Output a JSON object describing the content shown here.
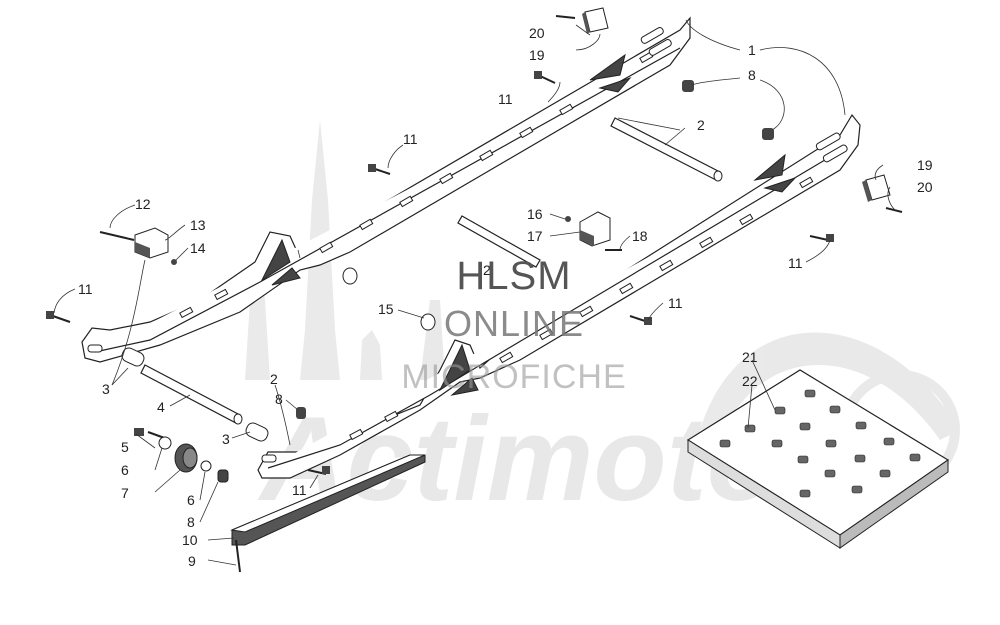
{
  "watermark": {
    "line1": "HLSM",
    "line2": "ONLINE",
    "line3": "MICROFICHE",
    "brand_text": "Actimoto"
  },
  "callouts": [
    {
      "id": "c1",
      "label": "1"
    },
    {
      "id": "c2a",
      "label": "2"
    },
    {
      "id": "c2b",
      "label": "2"
    },
    {
      "id": "c2c",
      "label": "2"
    },
    {
      "id": "c3a",
      "label": "3"
    },
    {
      "id": "c3b",
      "label": "3"
    },
    {
      "id": "c4",
      "label": "4"
    },
    {
      "id": "c5",
      "label": "5"
    },
    {
      "id": "c6a",
      "label": "6"
    },
    {
      "id": "c6b",
      "label": "6"
    },
    {
      "id": "c7",
      "label": "7"
    },
    {
      "id": "c8a",
      "label": "8"
    },
    {
      "id": "c8b",
      "label": "8"
    },
    {
      "id": "c8c",
      "label": "8"
    },
    {
      "id": "c9",
      "label": "9"
    },
    {
      "id": "c10",
      "label": "10"
    },
    {
      "id": "c11a",
      "label": "11"
    },
    {
      "id": "c11b",
      "label": "11"
    },
    {
      "id": "c11c",
      "label": "11"
    },
    {
      "id": "c11d",
      "label": "11"
    },
    {
      "id": "c11e",
      "label": "11"
    },
    {
      "id": "c11f",
      "label": "11"
    },
    {
      "id": "c12",
      "label": "12"
    },
    {
      "id": "c13",
      "label": "13"
    },
    {
      "id": "c14",
      "label": "14"
    },
    {
      "id": "c15",
      "label": "15"
    },
    {
      "id": "c16",
      "label": "16"
    },
    {
      "id": "c17",
      "label": "17"
    },
    {
      "id": "c18",
      "label": "18"
    },
    {
      "id": "c19a",
      "label": "19"
    },
    {
      "id": "c19b",
      "label": "19"
    },
    {
      "id": "c20a",
      "label": "20"
    },
    {
      "id": "c20b",
      "label": "20"
    },
    {
      "id": "c21",
      "label": "21"
    },
    {
      "id": "c22",
      "label": "22"
    }
  ]
}
